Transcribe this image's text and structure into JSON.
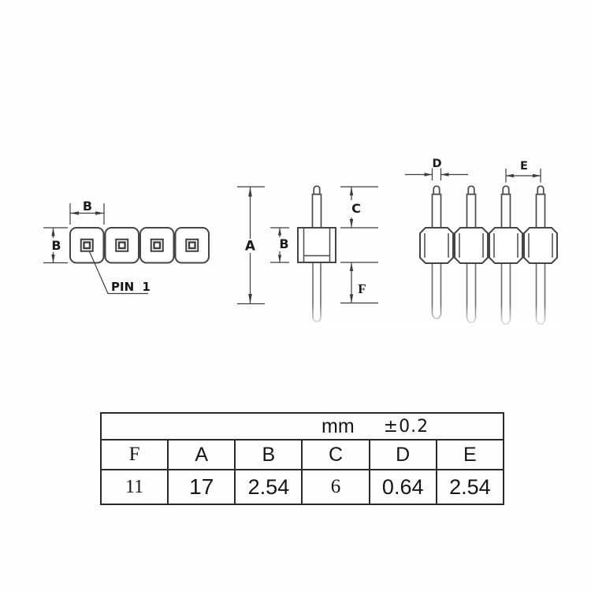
{
  "drawing": {
    "top_view": {
      "dim_pitch_label": "B",
      "dim_height_label": "B",
      "pin1_label": "PIN 1"
    },
    "side_view": {
      "dim_total_length_label": "A",
      "dim_body_label": "B",
      "dim_top_pin_label": "C",
      "dim_bottom_pin_label": "F"
    },
    "front_view": {
      "dim_pin_width_label": "D",
      "dim_pitch_label": "E"
    }
  },
  "spec_table": {
    "unit_label": "mm",
    "tolerance_label": "±0.2",
    "headers": [
      "F",
      "A",
      "B",
      "C",
      "D",
      "E"
    ],
    "values": [
      "11",
      "17",
      "2.54",
      "6",
      "0.64",
      "2.54"
    ]
  },
  "colors": {
    "line": "#454545",
    "dimension_line": "#3d3d3d",
    "text": "#1b1b1b",
    "table_border": "#2a2a2a",
    "background": "#ffffff"
  }
}
